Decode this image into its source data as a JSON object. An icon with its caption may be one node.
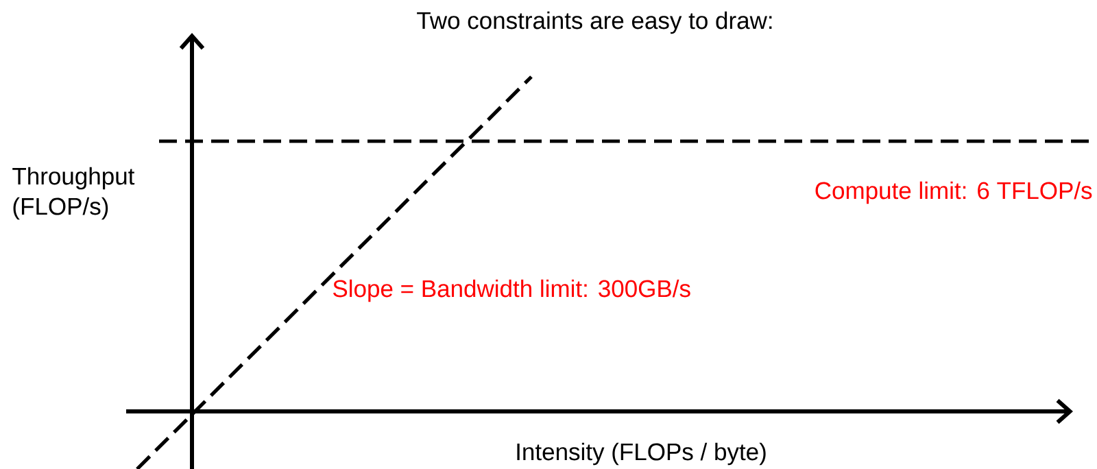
{
  "diagram": {
    "title": "Two constraints are easy to draw:",
    "labels": [
      "Throughput (FLOP/s)",
      "Compute limit:  6 TFLOP/s",
      "Slope = Bandwidth limit:  300GB/s",
      "Intensity (FLOPs / byte)"
    ]
  }
}
